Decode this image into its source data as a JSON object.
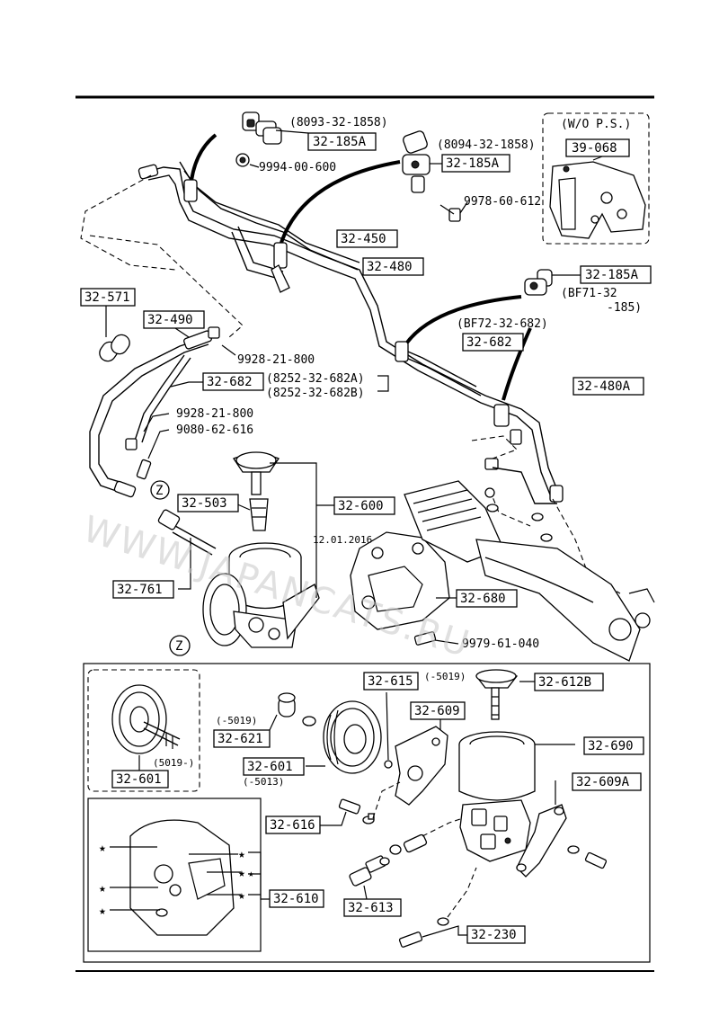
{
  "top_labels": {
    "p_8093": "(8093-32-1858)",
    "p_185a_1": "32-185A",
    "p_9994": "9994-00-600",
    "p_8094": "(8094-32-1858)",
    "p_185a_2": "32-185A",
    "p_9978": "9978-60-612",
    "wo_ps": "(W/O P.S.)",
    "p_39068": "39-068",
    "p_32450": "32-450",
    "p_32480": "32-480",
    "p_185a_3": "32-185A",
    "p_bf71a": "(BF71-32",
    "p_bf71b": "-185)",
    "p_bf72": "(BF72-32-682)",
    "p_32682a": "32-682",
    "p_32480a": "32-480A",
    "p_32571": "32-571",
    "p_32490": "32-490",
    "p_9928a": "9928-21-800",
    "p_32682b": "32-682",
    "p_8252a": "(8252-32-682A)",
    "p_8252b": "(8252-32-682B)",
    "p_9928b": "9928-21-800",
    "p_9080": "9080-62-616",
    "z1": "Z",
    "p_32503": "32-503",
    "p_32600": "32-600",
    "p_32761": "32-761",
    "p_32680": "32-680",
    "p_9979": "9979-61-040",
    "z2": "Z",
    "stamp": "12.01.2016"
  },
  "bottom_labels": {
    "p_32615": "32-615",
    "p_5019a": "(-5019)",
    "p_32612b": "32-612B",
    "p_32609": "32-609",
    "p_5019b": "(-5019)",
    "p_32621": "32-621",
    "p_32690": "32-690",
    "p_32601a": "32-601",
    "p_5013": "(-5013)",
    "p_32609a": "32-609A",
    "p_5019c": "(5019-)",
    "p_32601b": "32-601",
    "p_32616": "32-616",
    "p_32610": "32-610",
    "p_32613": "32-613",
    "p_32230": "32-230"
  },
  "stars": [
    "★",
    "★",
    "★",
    "★",
    "★",
    "★",
    "★"
  ],
  "watermark": "WWW.JAPANCATS.RU"
}
